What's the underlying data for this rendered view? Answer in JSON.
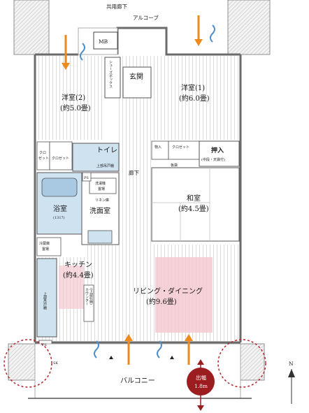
{
  "corridor_top": "共用廊下",
  "alcove": "アルコーブ",
  "mb": "MB",
  "shoes_box": "シューズボックス",
  "entrance": "玄関",
  "western2_name": "洋室(2)",
  "western2_size": "(約5.0畳)",
  "western1_name": "洋室(1)",
  "western1_size": "(約6.0畳)",
  "closet_small_a": "クロ",
  "closet_small_b": "ゼット",
  "closet": "クロゼット",
  "toilet": "トイレ",
  "toilet_cabinet": "上部吊戸棚",
  "storage": "物入",
  "closet_right": "クロゼット",
  "oshiire": "押入",
  "oshiire_sub": "(中段・天袋付)",
  "hallway": "廊下",
  "board": "板袋",
  "ps_upper": "PS",
  "washer": "洗濯機",
  "washer_area": "置場",
  "linen": "リネン庫",
  "washroom": "洗面室",
  "bath": "浴室",
  "bath_size": "(1317)",
  "washitsu_name": "和室",
  "washitsu_size": "(約4.5畳)",
  "fridge_a": "冷蔵庫",
  "fridge_b": "置場",
  "kitchen_name": "キッチン",
  "kitchen_size": "(約4.4畳)",
  "kitchen_cabinet": "上部吊戸棚",
  "counter": "カウンター",
  "counter_sub": "(下部収納)",
  "living_name": "リビング・ダイニング",
  "living_size": "(約9.6畳)",
  "ps_lower": "PS",
  "sk": "SK",
  "balcony": "バルコニー",
  "depth_label": "出幅",
  "depth_value": "1.8m",
  "north": "N",
  "colors": {
    "wall": "#888888",
    "floor_line": "#c8c8c8",
    "highlight": "#f4c9d0",
    "water_area": "#cfe2f0",
    "arrow_orange": "#ee8a1c",
    "arrow_blue": "#4f8fc9",
    "circle_red": "#b3262d",
    "badge": "#9b1d20"
  }
}
